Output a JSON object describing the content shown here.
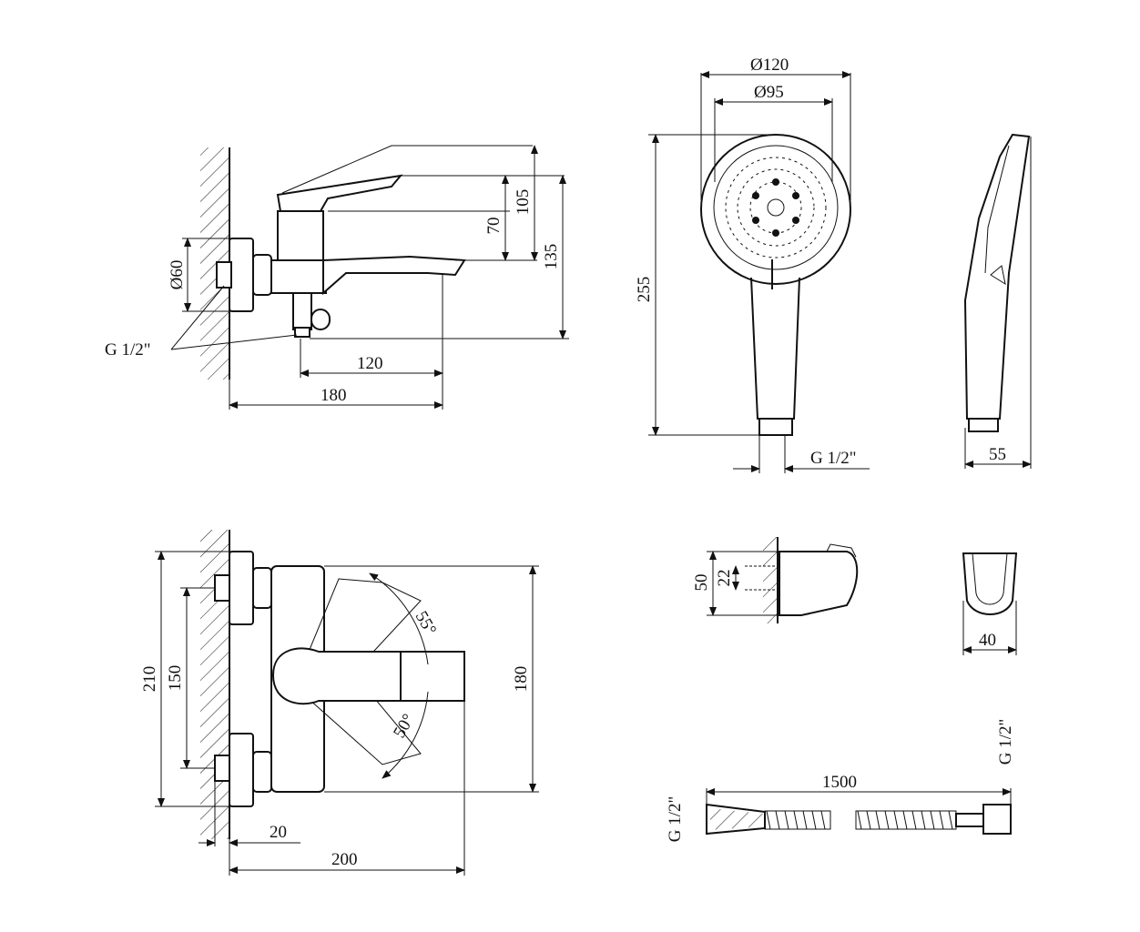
{
  "mixer_side_view": {
    "height_70": "70",
    "height_105": "105",
    "height_135": "135",
    "diameter_60": "Ø60",
    "thread": "G 1/2\"",
    "spout_120": "120",
    "depth_180": "180"
  },
  "hand_shower_front": {
    "diameter_120": "Ø120",
    "diameter_95": "Ø95",
    "length_255": "255",
    "thread": "G 1/2\""
  },
  "hand_shower_side": {
    "depth_55": "55"
  },
  "mixer_top_view": {
    "width_210": "210",
    "centers_150": "150",
    "height_180": "180",
    "angle_55": "55°",
    "angle_50": "50°",
    "offset_20": "20",
    "length_200": "200"
  },
  "holder_side": {
    "height_50": "50",
    "spacing_22": "22"
  },
  "holder_front": {
    "width_40": "40"
  },
  "hose": {
    "length_1500": "1500",
    "thread_left": "G 1/2\"",
    "thread_right": "G 1/2\""
  }
}
